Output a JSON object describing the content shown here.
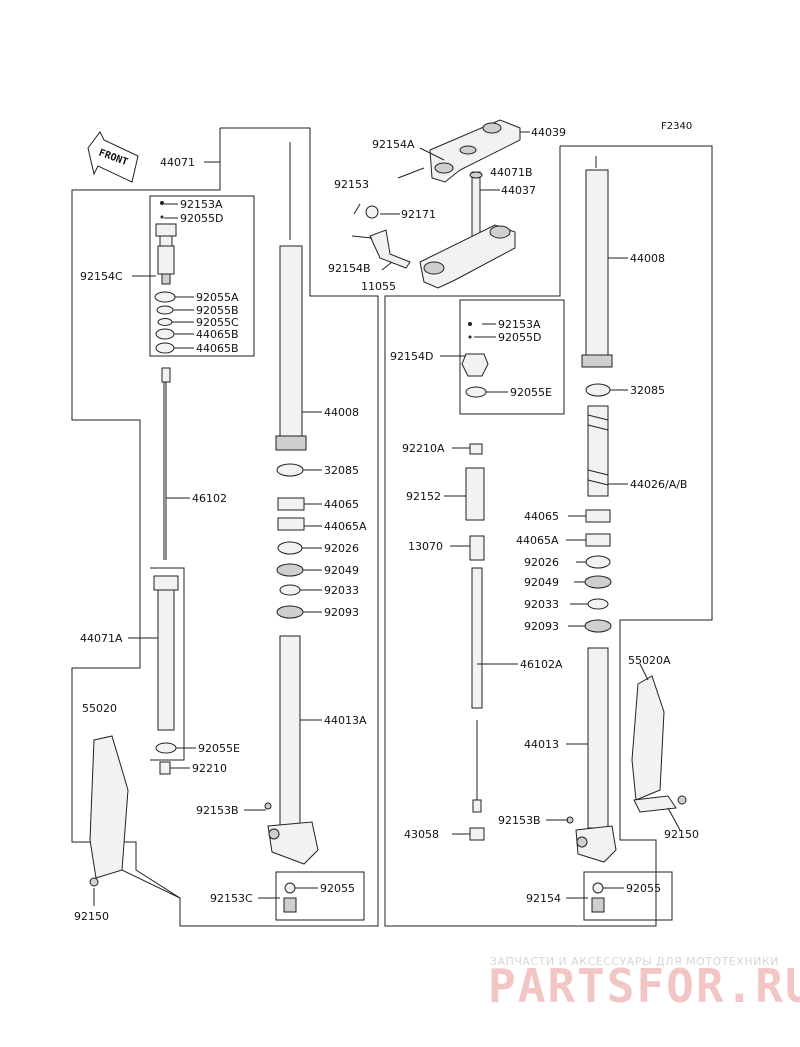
{
  "figure_code": "F2340",
  "front_label": "FRONT",
  "watermark": {
    "tagline": "ЗАПЧАСТИ И АКСЕССУАРЫ ДЛЯ МОТОТЕХНИКИ",
    "brand": "PARTSFOR.RU"
  },
  "labels": [
    {
      "id": "l44039",
      "text": "44039"
    },
    {
      "id": "l92154A",
      "text": "92154A"
    },
    {
      "id": "l44071B",
      "text": "44071B"
    },
    {
      "id": "l44037",
      "text": "44037"
    },
    {
      "id": "l92153",
      "text": "92153"
    },
    {
      "id": "l92171",
      "text": "92171"
    },
    {
      "id": "l92154B",
      "text": "92154B"
    },
    {
      "id": "l11055",
      "text": "11055"
    },
    {
      "id": "l44071",
      "text": "44071"
    },
    {
      "id": "l92153A_l",
      "text": "92153A"
    },
    {
      "id": "l92055D_l",
      "text": "92055D"
    },
    {
      "id": "l92154C",
      "text": "92154C"
    },
    {
      "id": "l92055A",
      "text": "92055A"
    },
    {
      "id": "l92055B",
      "text": "92055B"
    },
    {
      "id": "l92055C",
      "text": "92055C"
    },
    {
      "id": "l44065B_1",
      "text": "44065B"
    },
    {
      "id": "l44065B_2",
      "text": "44065B"
    },
    {
      "id": "l44008_l",
      "text": "44008"
    },
    {
      "id": "l32085_l",
      "text": "32085"
    },
    {
      "id": "l46102",
      "text": "46102"
    },
    {
      "id": "l44065_l",
      "text": "44065"
    },
    {
      "id": "l44065A_l",
      "text": "44065A"
    },
    {
      "id": "l92026_l",
      "text": "92026"
    },
    {
      "id": "l92049_l",
      "text": "92049"
    },
    {
      "id": "l92033_l",
      "text": "92033"
    },
    {
      "id": "l92093_l",
      "text": "92093"
    },
    {
      "id": "l44071A",
      "text": "44071A"
    },
    {
      "id": "l44013A",
      "text": "44013A"
    },
    {
      "id": "l55020",
      "text": "55020"
    },
    {
      "id": "l92055E_l",
      "text": "92055E"
    },
    {
      "id": "l92210",
      "text": "92210"
    },
    {
      "id": "l92153B_l",
      "text": "92153B"
    },
    {
      "id": "l92153C",
      "text": "92153C"
    },
    {
      "id": "l92055_l",
      "text": "92055"
    },
    {
      "id": "l92150_l",
      "text": "92150"
    },
    {
      "id": "l44008_r",
      "text": "44008"
    },
    {
      "id": "l92153A_r",
      "text": "92153A"
    },
    {
      "id": "l92055D_r",
      "text": "92055D"
    },
    {
      "id": "l92154D",
      "text": "92154D"
    },
    {
      "id": "l92055E_r",
      "text": "92055E"
    },
    {
      "id": "l32085_r",
      "text": "32085"
    },
    {
      "id": "l92210A",
      "text": "92210A"
    },
    {
      "id": "l44026",
      "text": "44026/A/B"
    },
    {
      "id": "l92152",
      "text": "92152"
    },
    {
      "id": "l44065_r",
      "text": "44065"
    },
    {
      "id": "l13070",
      "text": "13070"
    },
    {
      "id": "l44065A_r",
      "text": "44065A"
    },
    {
      "id": "l92026_r",
      "text": "92026"
    },
    {
      "id": "l92049_r",
      "text": "92049"
    },
    {
      "id": "l92033_r",
      "text": "92033"
    },
    {
      "id": "l92093_r",
      "text": "92093"
    },
    {
      "id": "l55020A",
      "text": "55020A"
    },
    {
      "id": "l46102A",
      "text": "46102A"
    },
    {
      "id": "l44013",
      "text": "44013"
    },
    {
      "id": "l92153B_r",
      "text": "92153B"
    },
    {
      "id": "l43058",
      "text": "43058"
    },
    {
      "id": "l92150_r",
      "text": "92150"
    },
    {
      "id": "l92154",
      "text": "92154"
    },
    {
      "id": "l92055_r",
      "text": "92055"
    }
  ]
}
